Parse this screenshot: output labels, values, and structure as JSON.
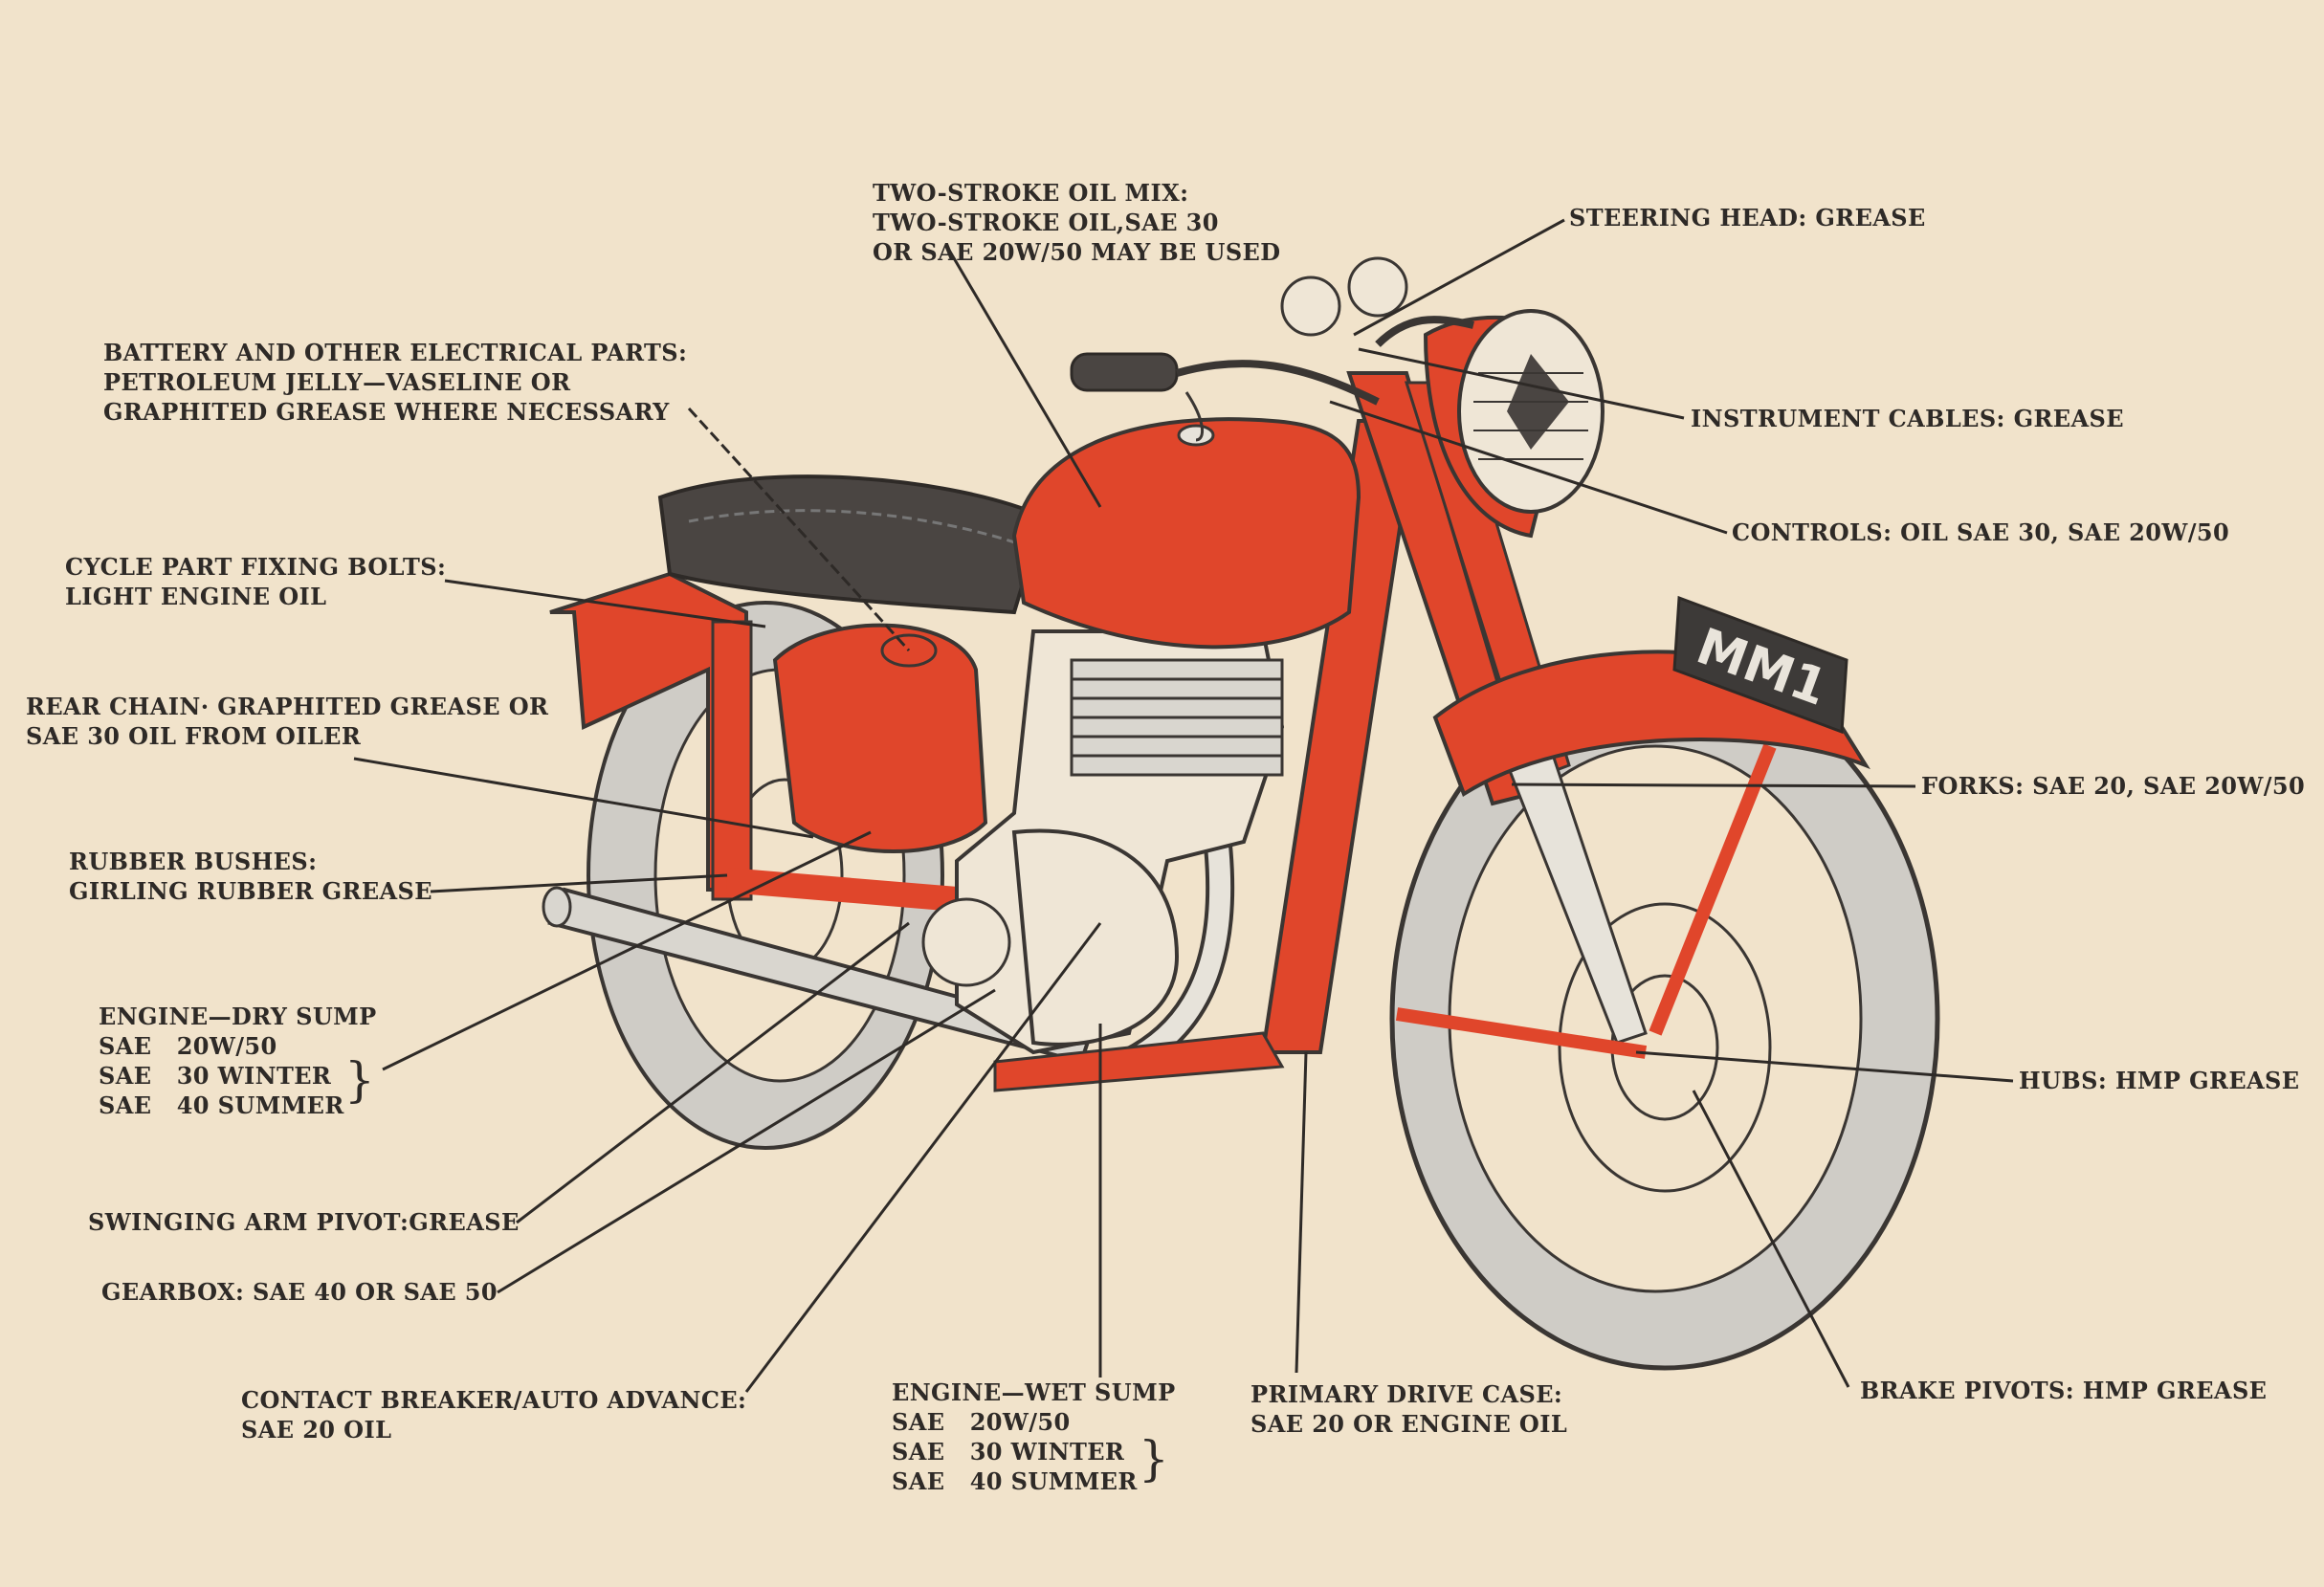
{
  "colors": {
    "paper": "#f1e3cb",
    "ink": "#2e2a27",
    "red": "#e0462b",
    "tyre": "#cfccc6"
  },
  "labels": {
    "two_stroke": [
      "TWO-STROKE OIL MIX:",
      "TWO-STROKE OIL,SAE 30",
      "OR SAE 20W/50 MAY BE USED"
    ],
    "steering_head": "STEERING HEAD: GREASE",
    "battery": [
      "BATTERY AND OTHER ELECTRICAL PARTS:",
      "PETROLEUM JELLY—VASELINE OR",
      "GRAPHITED GREASE WHERE NECESSARY"
    ],
    "instrument_cables": "INSTRUMENT CABLES: GREASE",
    "controls": "CONTROLS: OIL SAE 30, SAE 20W/50",
    "cycle_bolts": [
      "CYCLE PART FIXING BOLTS:",
      "LIGHT ENGINE OIL"
    ],
    "rear_chain": [
      "REAR CHAIN· GRAPHITED GREASE OR",
      "SAE 30 OIL FROM OILER"
    ],
    "forks": "FORKS: SAE 20, SAE 20W/50",
    "rubber_bushes": [
      "RUBBER BUSHES:",
      "GIRLING RUBBER GREASE"
    ],
    "engine_dry": [
      "ENGINE—DRY SUMP",
      "SAE   20W/50",
      "SAE   30 WINTER",
      "SAE   40 SUMMER"
    ],
    "hubs": "HUBS: HMP GREASE",
    "swinging_arm": "SWINGING ARM PIVOT:GREASE",
    "gearbox": "GEARBOX: SAE 40 OR SAE 50",
    "contact_breaker": [
      "CONTACT BREAKER/AUTO ADVANCE:",
      "SAE 20 OIL"
    ],
    "engine_wet": [
      "ENGINE—WET SUMP",
      "SAE   20W/50",
      "SAE   30 WINTER",
      "SAE   40 SUMMER"
    ],
    "primary_drive": [
      "PRIMARY DRIVE CASE:",
      "SAE 20 OR ENGINE OIL"
    ],
    "brake_pivots": "BRAKE PIVOTS: HMP GREASE"
  },
  "number_plate": "MM1"
}
